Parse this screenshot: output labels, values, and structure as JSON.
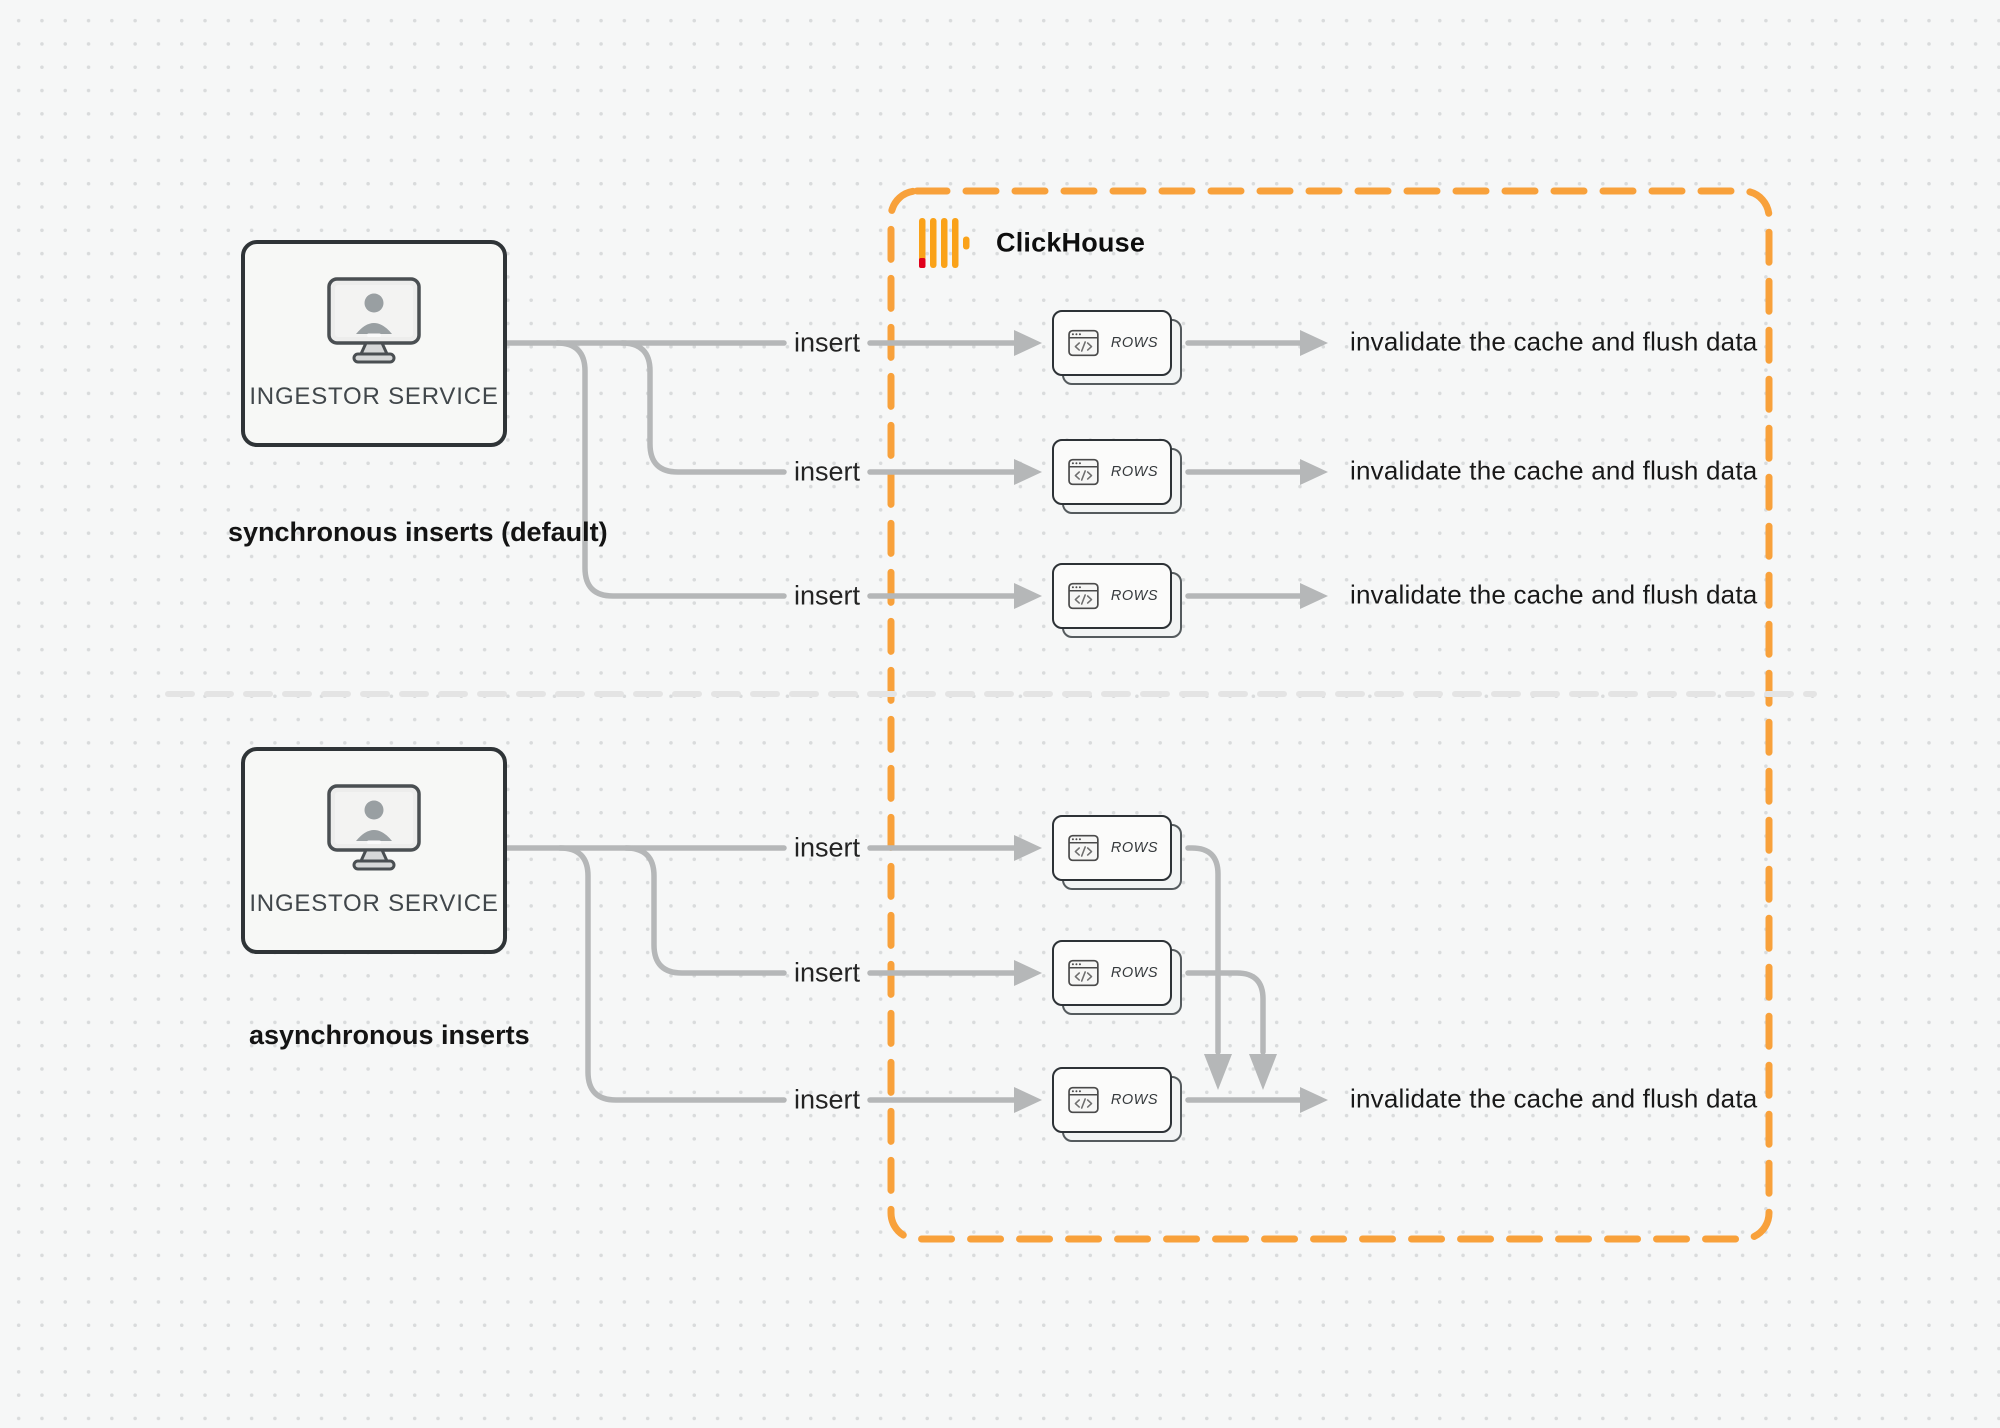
{
  "clickhouse": {
    "title": "ClickHouse",
    "border_color": "#F8A13B",
    "logo": {
      "bar_color": "#FAA219",
      "accent_color": "#E0001B"
    }
  },
  "labels": {
    "card": "ROWS"
  },
  "colors": {
    "wire_gray": "#B5B7B8",
    "box_border": "#2F3437",
    "divider_gray": "#E4E4E4"
  },
  "sync": {
    "section_label": "synchronous inserts (default)",
    "service_label": "INGESTOR SERVICE",
    "rows": [
      {
        "insert": "insert",
        "result": "invalidate the cache and flush data"
      },
      {
        "insert": "insert",
        "result": "invalidate the cache and flush data"
      },
      {
        "insert": "insert",
        "result": "invalidate the cache and flush data"
      }
    ]
  },
  "async": {
    "section_label": "asynchronous inserts",
    "service_label": "INGESTOR SERVICE",
    "rows": [
      {
        "insert": "insert"
      },
      {
        "insert": "insert"
      },
      {
        "insert": "insert",
        "result": "invalidate the cache and flush data"
      }
    ]
  }
}
